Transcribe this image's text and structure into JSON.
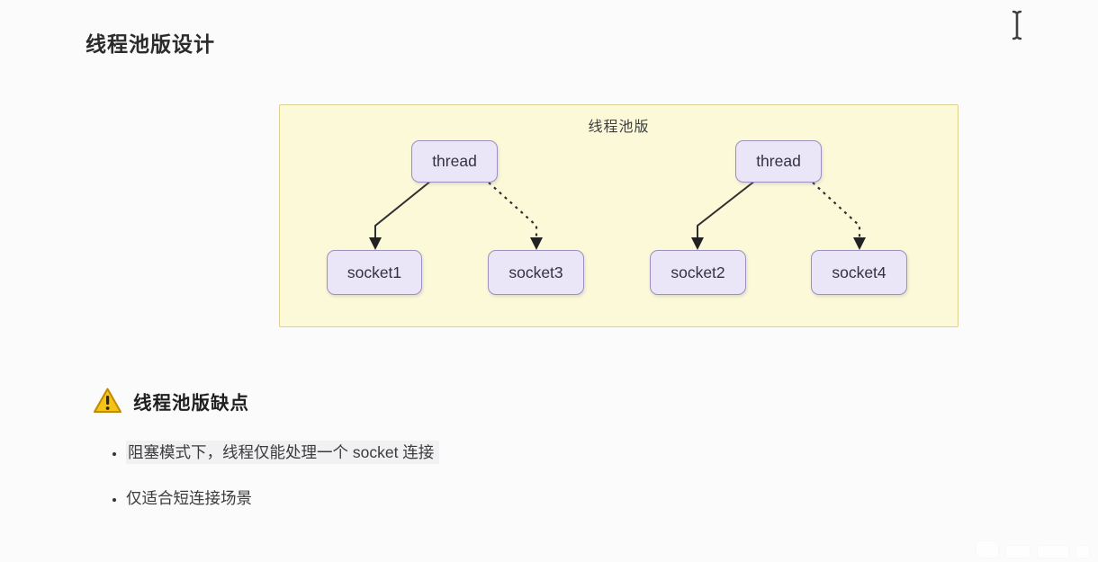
{
  "page": {
    "title": "线程池版设计"
  },
  "diagram": {
    "label": "线程池版",
    "nodes": [
      {
        "id": "thread-left",
        "label": "thread"
      },
      {
        "id": "thread-right",
        "label": "thread"
      },
      {
        "id": "socket1",
        "label": "socket1"
      },
      {
        "id": "socket3",
        "label": "socket3"
      },
      {
        "id": "socket2",
        "label": "socket2"
      },
      {
        "id": "socket4",
        "label": "socket4"
      }
    ],
    "edges": [
      {
        "from": "thread-left",
        "to": "socket1",
        "style": "solid"
      },
      {
        "from": "thread-left",
        "to": "socket3",
        "style": "dashed"
      },
      {
        "from": "thread-right",
        "to": "socket2",
        "style": "solid"
      },
      {
        "from": "thread-right",
        "to": "socket4",
        "style": "dashed"
      }
    ],
    "colors": {
      "container_bg": "#fcf9d8",
      "container_border": "#d8d28e",
      "node_bg": "#eae6f8",
      "node_border": "#9b90bf",
      "edge": "#2f2f2f"
    }
  },
  "warning": {
    "heading": "线程池版缺点",
    "icon_color": "#f6c213"
  },
  "bullets": [
    "阻塞模式下，线程仅能处理一个 socket 连接",
    "仅适合短连接场景"
  ]
}
